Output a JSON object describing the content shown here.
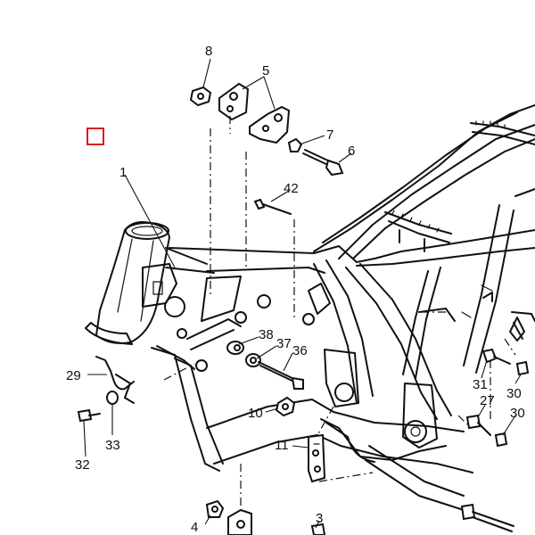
{
  "diagram": {
    "type": "exploded-parts-diagram",
    "callouts": [
      {
        "id": "c8",
        "label": "8"
      },
      {
        "id": "c5",
        "label": "5"
      },
      {
        "id": "c7",
        "label": "7"
      },
      {
        "id": "c6",
        "label": "6"
      },
      {
        "id": "c1",
        "label": "1"
      },
      {
        "id": "c42",
        "label": "42"
      },
      {
        "id": "c38",
        "label": "38"
      },
      {
        "id": "c37",
        "label": "37"
      },
      {
        "id": "c36",
        "label": "36"
      },
      {
        "id": "c29",
        "label": "29"
      },
      {
        "id": "c10",
        "label": "10"
      },
      {
        "id": "c33",
        "label": "33"
      },
      {
        "id": "c32",
        "label": "32"
      },
      {
        "id": "c11",
        "label": "11"
      },
      {
        "id": "c31",
        "label": "31"
      },
      {
        "id": "c30a",
        "label": "30"
      },
      {
        "id": "c27",
        "label": "27"
      },
      {
        "id": "c30b",
        "label": "30"
      },
      {
        "id": "c4",
        "label": "4"
      },
      {
        "id": "c3",
        "label": "3"
      }
    ],
    "marker_color": "#e0161c"
  }
}
